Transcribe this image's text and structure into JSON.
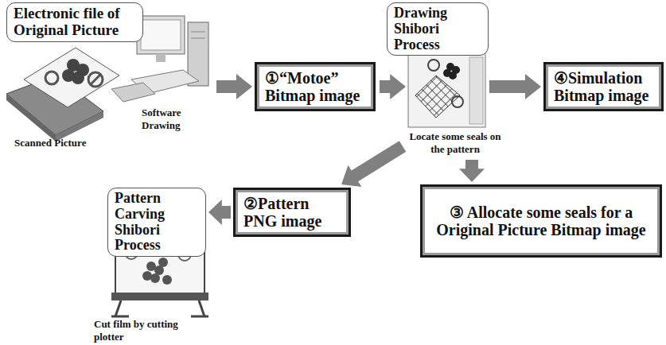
{
  "diagram": {
    "nodes": [
      {
        "text": [
          "Electronic file of Original Picture"
        ]
      },
      {
        "text": [
          "①“Motoe” Bitmap image"
        ]
      },
      {
        "text": [
          "Drawing Shibori Process"
        ]
      },
      {
        "text": [
          "④Simulation Bitmap image"
        ]
      },
      {
        "text": [
          "Pattern Carving Shibori Process"
        ]
      },
      {
        "text": [
          "②Pattern PNG image"
        ]
      },
      {
        "text": [
          "③ Allocate some seals for a Original Picture Bitmap image"
        ]
      }
    ],
    "edges": [
      {
        "from": 0,
        "to": 1,
        "arrow": "to"
      },
      {
        "from": 1,
        "to": 2,
        "arrow": "to"
      },
      {
        "from": 2,
        "to": 3,
        "arrow": "to"
      },
      {
        "from": 2,
        "to": 5,
        "arrow": "to"
      },
      {
        "from": 2,
        "to": 6,
        "arrow": "to"
      },
      {
        "from": 5,
        "to": 4,
        "arrow": "to"
      }
    ],
    "labels": [
      "Scanned Picture",
      "Software Drawing",
      "Locate some seals on the pattern",
      "Cut film by cutting plotter"
    ]
  }
}
